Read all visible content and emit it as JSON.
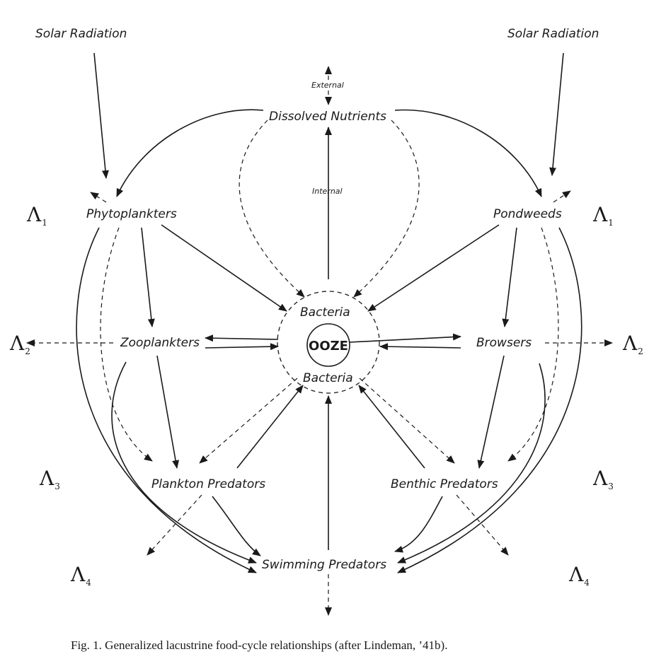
{
  "labels": {
    "solar_left": "Solar Radiation",
    "solar_right": "Solar Radiation",
    "external": "External",
    "dissolved_nutrients": "Dissolved Nutrients",
    "internal": "Internal",
    "phytoplankters": "Phytoplankters",
    "pondweeds": "Pondweeds",
    "bacteria_top": "Bacteria",
    "ooze": "OOZE",
    "bacteria_bottom": "Bacteria",
    "zooplankters": "Zooplankters",
    "browsers": "Browsers",
    "plankton_predators": "Plankton Predators",
    "benthic_predators": "Benthic Predators",
    "swimming_predators": "Swimming Predators"
  },
  "levels": {
    "symbol": "Λ",
    "l1": "1",
    "l2": "2",
    "l3": "3",
    "l4": "4"
  },
  "caption": "Fig. 1.   Generalized lacustrine food-cycle relationships (after Lindeman, ’41b)."
}
